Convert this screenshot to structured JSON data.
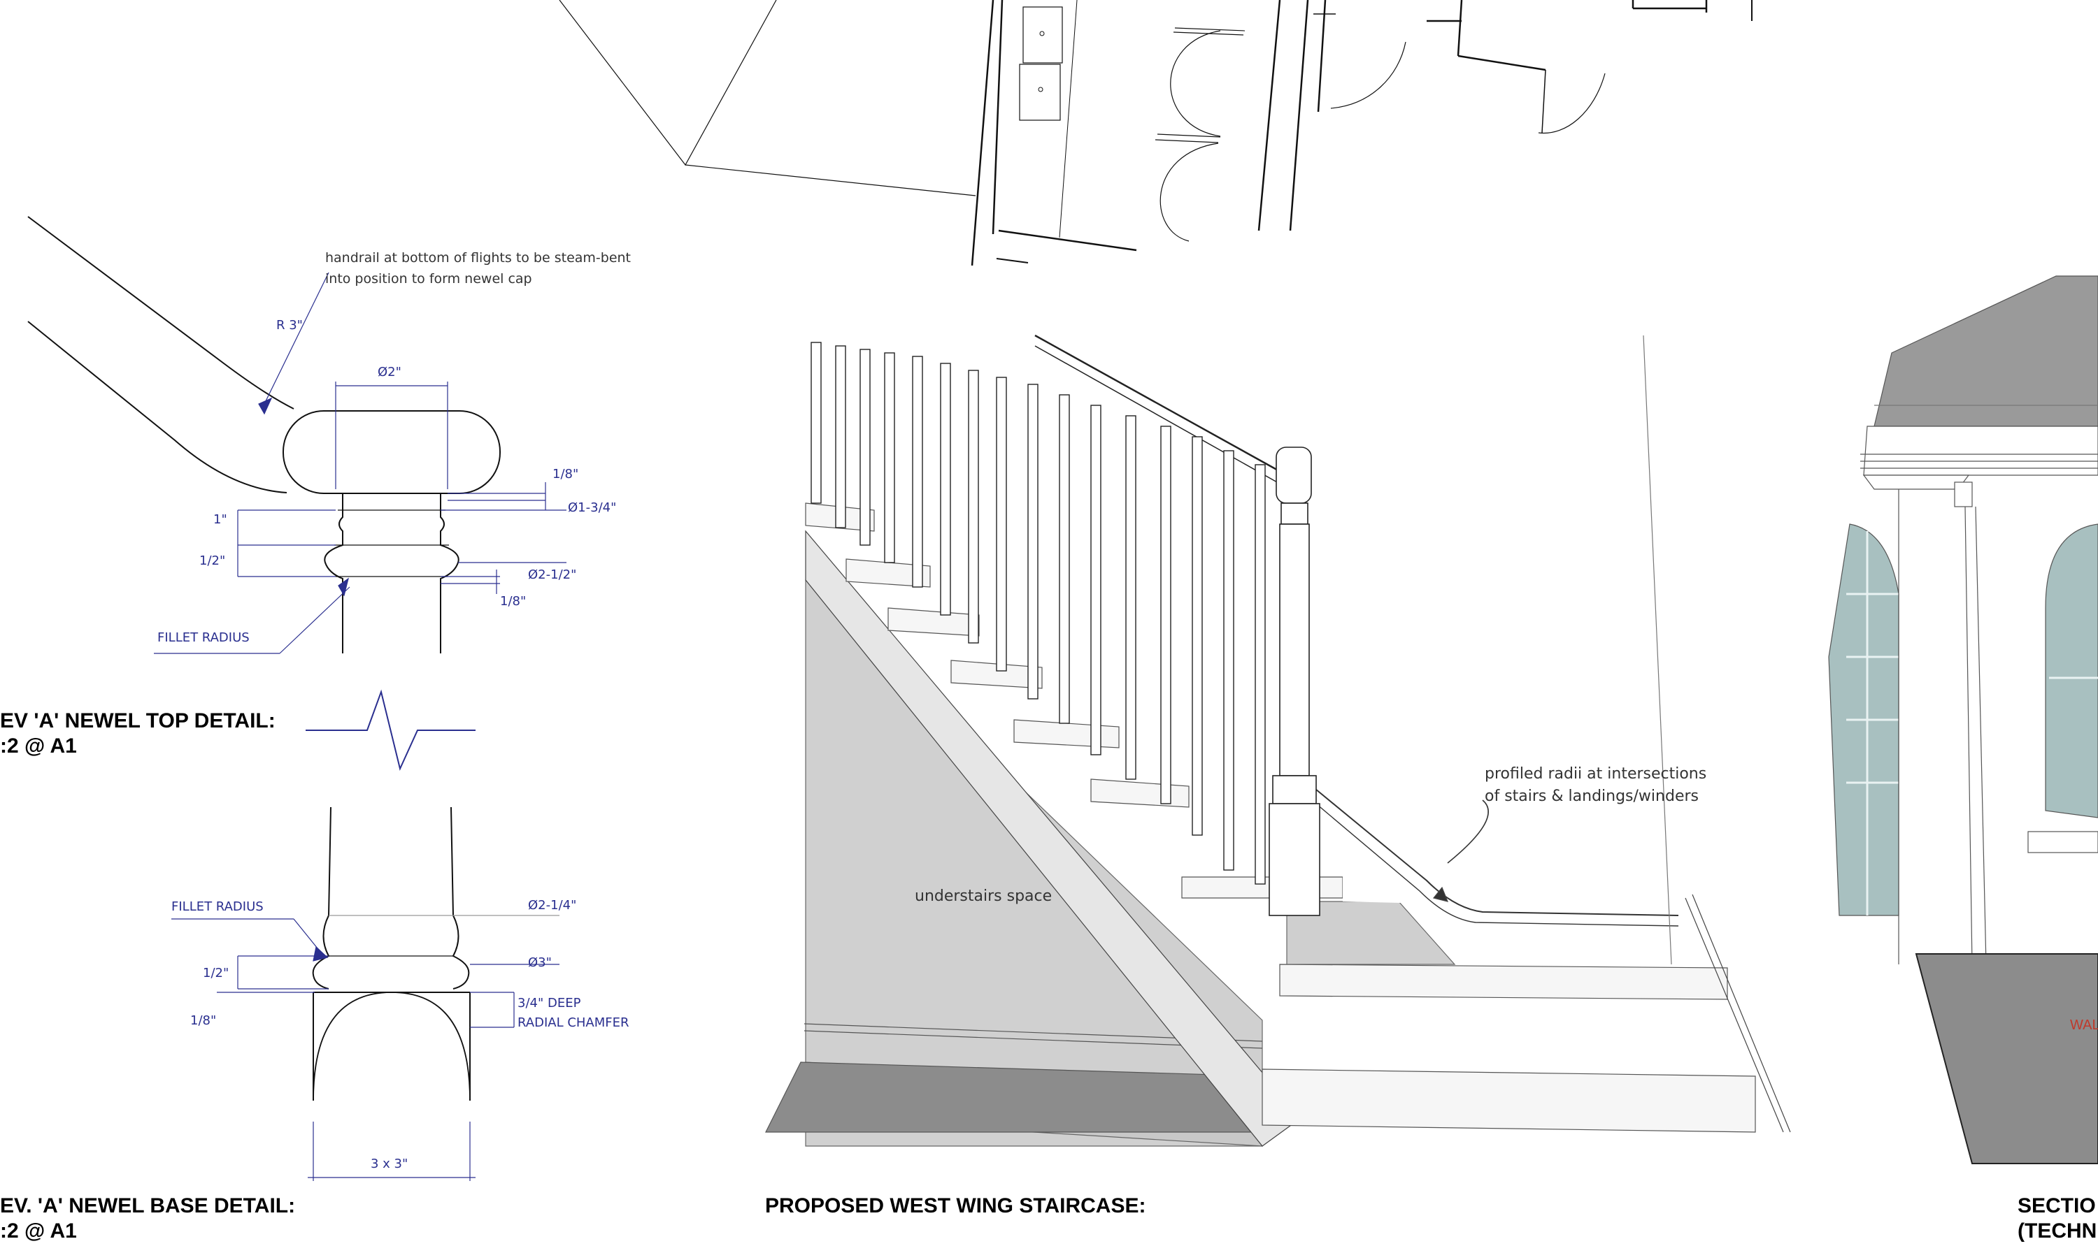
{
  "colors": {
    "dimension_blue": "#2a2f8f",
    "shade_gray": "#cfcfcf",
    "dark_gray": "#8c8c8c",
    "note_red": "#c0392b"
  },
  "top_detail": {
    "note": "handrail at bottom of flights to be steam-bent",
    "note_line2": "into position to form newel cap",
    "dims": {
      "radius": "R 3\"",
      "cap_dia": "Ø2\"",
      "eighth_a": "1/8\"",
      "collar_dia": "Ø1-3/4\"",
      "one_inch": "1\"",
      "half_a": "1/2\"",
      "bead_dia": "Ø2-1/2\"",
      "eighth_b": "1/8\"",
      "fillet": "FILLET RADIUS"
    },
    "title_line1": "EV 'A' NEWEL TOP DETAIL:",
    "title_line2": ":2 @ A1"
  },
  "base_detail": {
    "dims": {
      "fillet": "FILLET RADIUS",
      "shaft_dia": "Ø2-1/4\"",
      "half": "1/2\"",
      "bead_dia": "Ø3\"",
      "eighth": "1/8\"",
      "chamfer_line1": "3/4\" DEEP",
      "chamfer_line2": "RADIAL CHAMFER",
      "base_size": "3 x 3\""
    },
    "title_line1": "EV. 'A' NEWEL BASE DETAIL:",
    "title_line2": ":2 @ A1"
  },
  "staircase": {
    "understairs_label": "understairs space",
    "note_line1": "profiled radii at intersections",
    "note_line2": "of stairs & landings/winders",
    "title": "PROPOSED WEST WING STAIRCASE:"
  },
  "section": {
    "title_line1": "SECTIO",
    "title_line2": "(TECHN",
    "wall_label": "WAL"
  }
}
